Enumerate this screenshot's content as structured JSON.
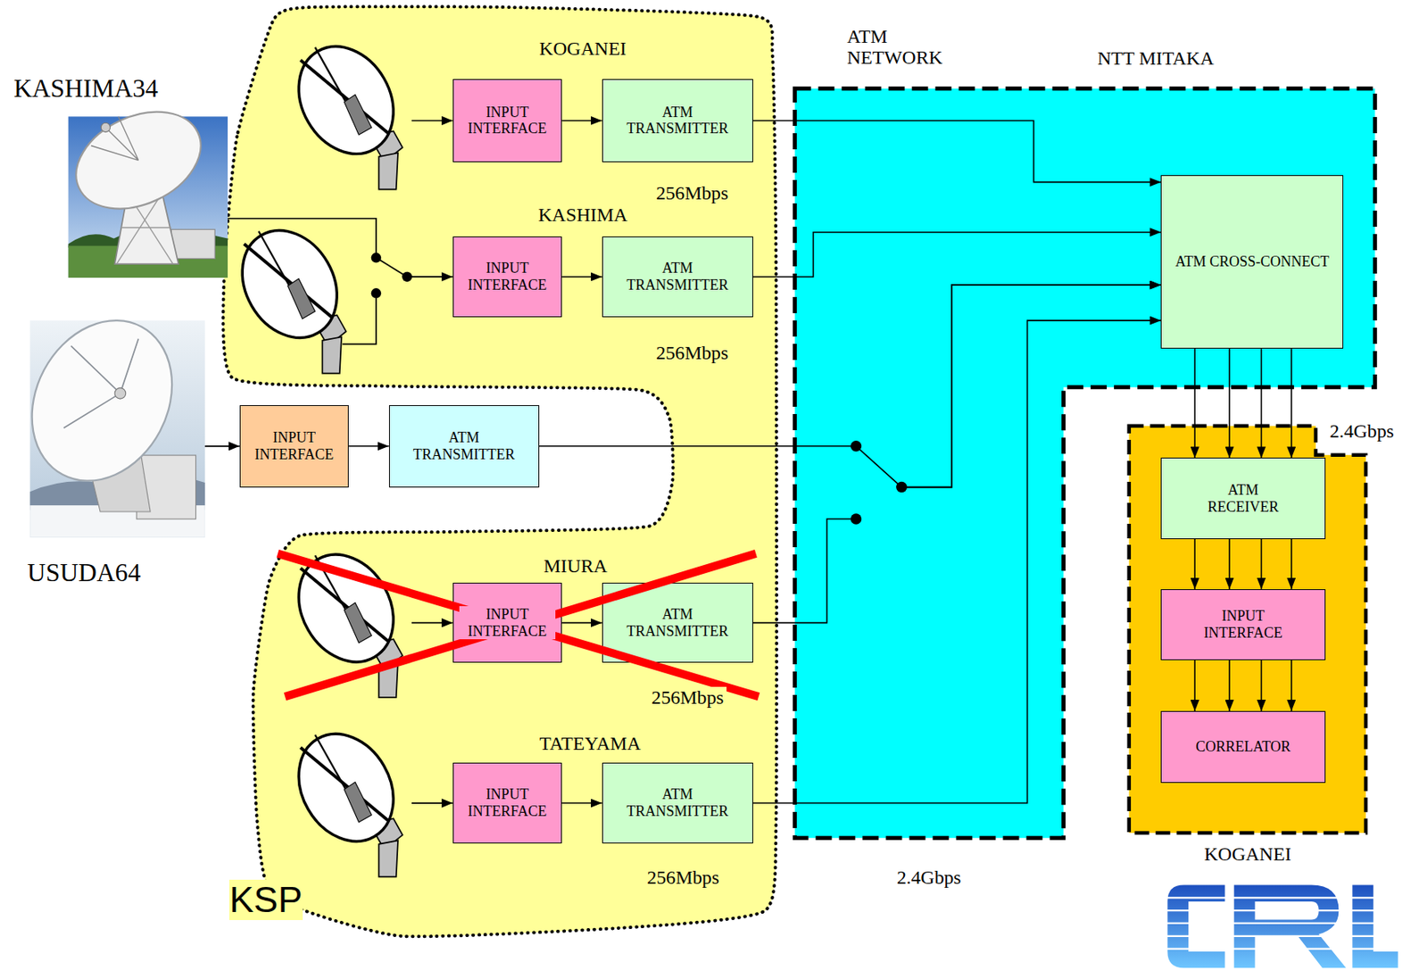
{
  "diagram": {
    "nodes": [
      {
        "text": [
          "KSP"
        ]
      },
      {
        "text": [
          "INPUT INTERFACE"
        ],
        "in": 0
      },
      {
        "text": [
          "ATM TRANSMITTER"
        ],
        "in": 0
      },
      {
        "text": [
          "INPUT INTERFACE"
        ],
        "in": 0
      },
      {
        "text": [
          "ATM TRANSMITTER"
        ],
        "in": 0
      },
      {
        "text": [
          "INPUT INTERFACE"
        ]
      },
      {
        "text": [
          "ATM TRANSMITTER"
        ]
      },
      {
        "text": [
          "INPUT INTERFACE"
        ],
        "in": 0
      },
      {
        "text": [
          "ATM TRANSMITTER"
        ],
        "in": 0
      },
      {
        "text": [
          "INPUT INTERFACE"
        ],
        "in": 0
      },
      {
        "text": [
          "ATM TRANSMITTER"
        ],
        "in": 0
      },
      {
        "text": [
          "ATM NETWORK",
          "NTT MITAKA"
        ]
      },
      {
        "text": [
          "ATM CROSS-CONNECT"
        ],
        "in": 11
      },
      {
        "text": [
          "KOGANEI"
        ]
      },
      {
        "text": [
          "ATM RECEIVER"
        ],
        "in": 13
      },
      {
        "text": [
          "INPUT INTERFACE"
        ],
        "in": 13
      },
      {
        "text": [
          "CORRELATOR"
        ],
        "in": 13
      }
    ],
    "edges": [
      {
        "from": 1,
        "to": 2,
        "arrow": "to"
      },
      {
        "from": 3,
        "to": 4,
        "arrow": "to"
      },
      {
        "from": 5,
        "to": 6,
        "arrow": "to"
      },
      {
        "from": 7,
        "to": 8,
        "arrow": "to"
      },
      {
        "from": 9,
        "to": 10,
        "arrow": "to"
      },
      {
        "from": 2,
        "to": 12,
        "arrow": "to"
      },
      {
        "from": 4,
        "to": 12,
        "arrow": "to"
      },
      {
        "from": 6,
        "to": 12,
        "arrow": "to"
      },
      {
        "from": 8,
        "to": 12,
        "arrow": "to"
      },
      {
        "from": 10,
        "to": 12,
        "arrow": "to"
      },
      {
        "from": 12,
        "to": 14,
        "arrow": "to"
      },
      {
        "from": 12,
        "to": 14,
        "arrow": "to"
      },
      {
        "from": 12,
        "to": 14,
        "arrow": "to"
      },
      {
        "from": 12,
        "to": 14,
        "arrow": "to"
      },
      {
        "from": 14,
        "to": 15,
        "arrow": "to"
      },
      {
        "from": 14,
        "to": 15,
        "arrow": "to"
      },
      {
        "from": 14,
        "to": 15,
        "arrow": "to"
      },
      {
        "from": 14,
        "to": 15,
        "arrow": "to"
      },
      {
        "from": 15,
        "to": 16,
        "arrow": "to"
      },
      {
        "from": 15,
        "to": 16,
        "arrow": "to"
      },
      {
        "from": 15,
        "to": 16,
        "arrow": "to"
      },
      {
        "from": 15,
        "to": 16,
        "arrow": "to"
      }
    ],
    "labels": [
      "KASHIMA34",
      "KOGANEI",
      "256Mbps",
      "KASHIMA",
      "256Mbps",
      "USUDA64",
      "MIURA",
      "256Mbps",
      "TATEYAMA",
      "256Mbps",
      "2.4Gbps",
      "2.4Gbps"
    ]
  }
}
